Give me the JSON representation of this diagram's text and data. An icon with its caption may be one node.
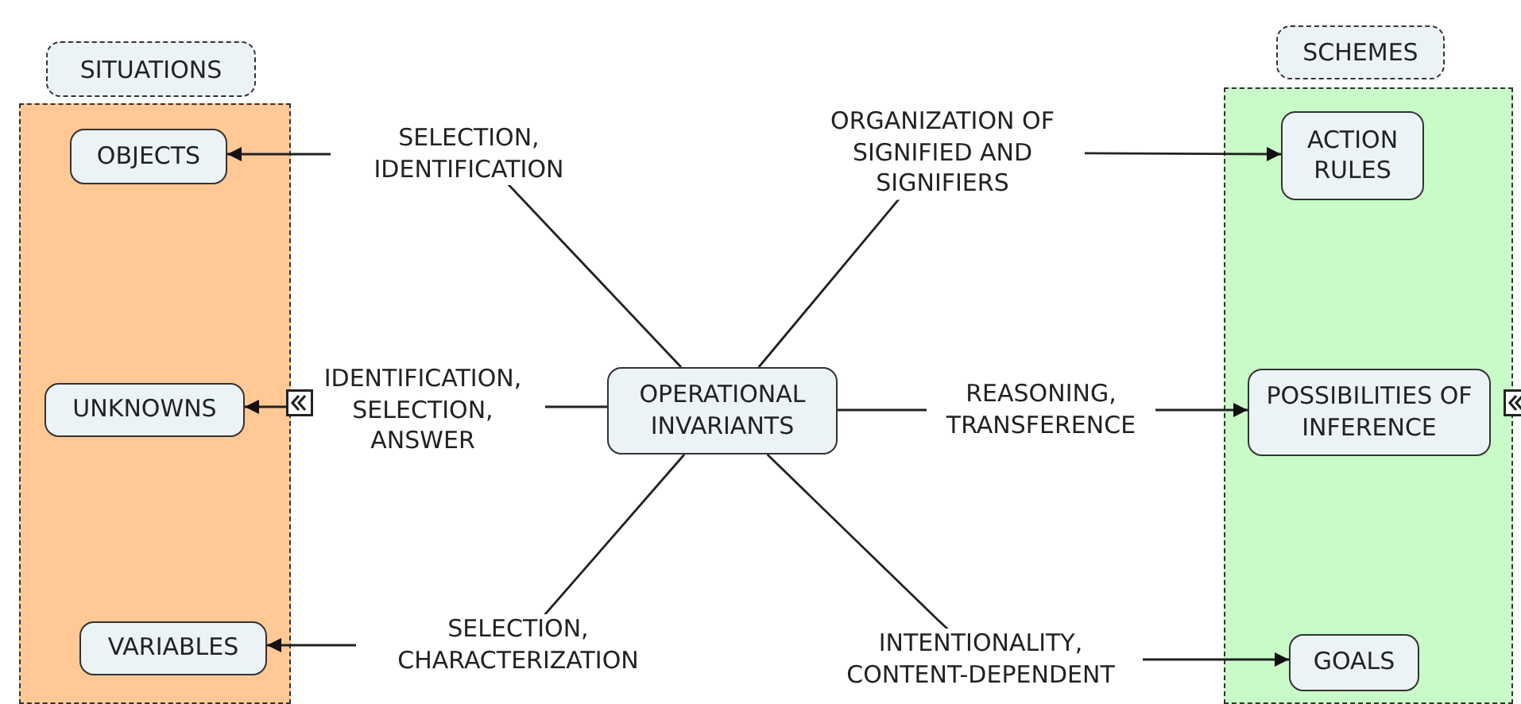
{
  "diagram": {
    "nodes": [
      {
        "text": [
          "SITUATIONS"
        ]
      },
      {
        "text": [],
        "shape": "box"
      },
      {
        "text": [
          "OBJECTS"
        ],
        "in": 1
      },
      {
        "text": [
          "UNKNOWNS"
        ],
        "in": 1
      },
      {
        "text": [
          "VARIABLES"
        ],
        "in": 1
      },
      {
        "text": [
          "OPERATIONAL INVARIANTS"
        ]
      },
      {
        "text": [
          "SCHEMES"
        ]
      },
      {
        "text": [],
        "shape": "box"
      },
      {
        "text": [
          "ACTION RULES"
        ],
        "in": 7
      },
      {
        "text": [
          "POSSIBILITIES OF INFERENCE"
        ],
        "in": 7
      },
      {
        "text": [
          "GOALS"
        ],
        "in": 7
      }
    ],
    "edges": [
      {
        "from": 5,
        "to": 2,
        "arrow": "to",
        "label": "SELECTION, IDENTIFICATION"
      },
      {
        "from": 5,
        "to": 3,
        "arrow": "to",
        "label": "IDENTIFICATION, SELECTION, ANSWER"
      },
      {
        "from": 5,
        "to": 4,
        "arrow": "to",
        "label": "SELECTION, CHARACTERIZATION"
      },
      {
        "from": 5,
        "to": 8,
        "arrow": "to",
        "label": "ORGANIZATION OF SIGNIFIED AND SIGNIFIERS"
      },
      {
        "from": 5,
        "to": 9,
        "arrow": "to",
        "label": "REASONING, TRANSFERENCE"
      },
      {
        "from": 5,
        "to": 10,
        "arrow": "to",
        "label": "INTENTIONALITY, CONTENT-DEPENDENT"
      }
    ]
  }
}
